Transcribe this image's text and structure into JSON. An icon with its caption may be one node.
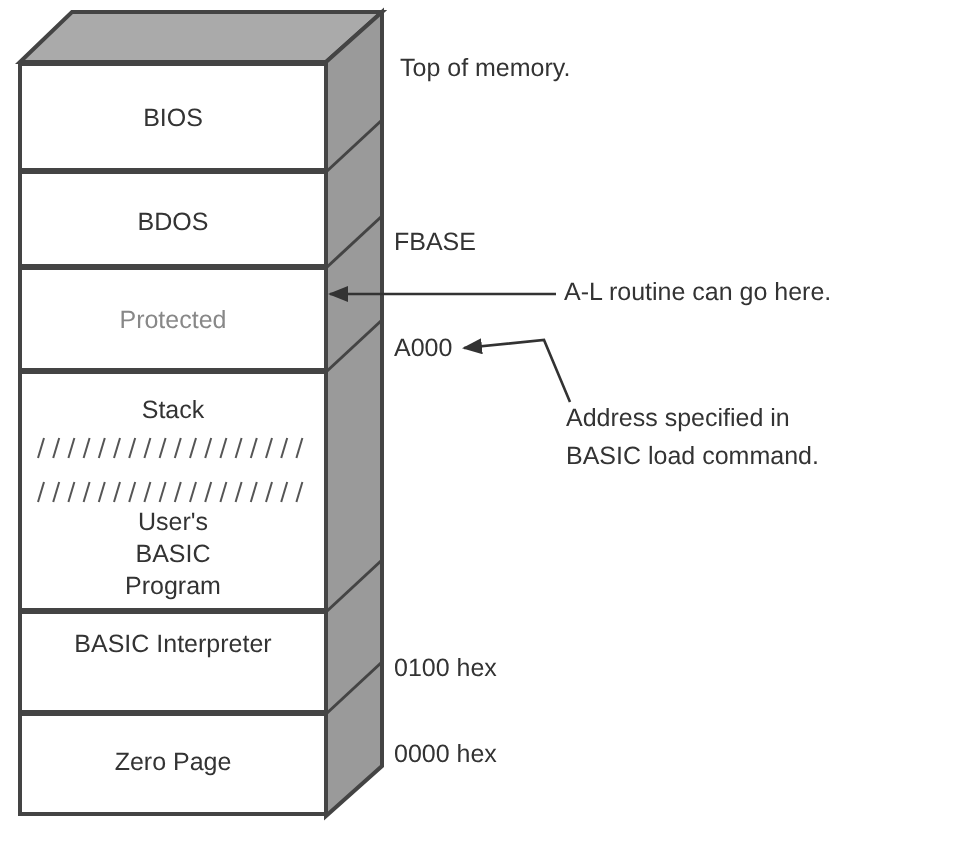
{
  "diagram": {
    "nodes": [
      {
        "text": [
          "BIOS"
        ]
      },
      {
        "text": [
          "BDOS"
        ]
      },
      {
        "text": [
          "Protected"
        ]
      },
      {
        "text": [
          "Stack",
          "User's BASIC Program"
        ]
      },
      {
        "text": [
          "BASIC Interpreter"
        ]
      },
      {
        "text": [
          "Zero Page"
        ]
      },
      {
        "text": [
          "A-L routine can go here."
        ]
      },
      {
        "text": [
          "A000"
        ]
      },
      {
        "text": [
          "Address specified in BASIC load command."
        ]
      }
    ],
    "edges": [
      {
        "from": 6,
        "to": 2,
        "arrow": "to"
      },
      {
        "from": 8,
        "to": 7,
        "arrow": "to"
      }
    ],
    "labels": [
      "Top of memory.",
      "FBASE",
      "0100 hex",
      "0000 hex"
    ]
  }
}
